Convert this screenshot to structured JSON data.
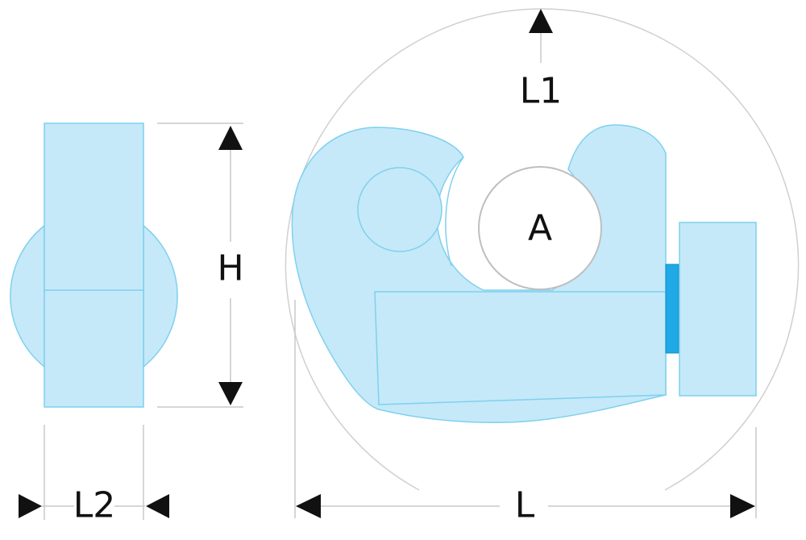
{
  "labels": {
    "l1": "L1",
    "a": "A",
    "h": "H",
    "l2": "L2",
    "l": "L"
  },
  "colors": {
    "fill": "#c5e9f9",
    "stroke": "#7fd0ee",
    "accent": "#1fa9e6",
    "dim_line": "#c8c8c8",
    "arrow": "#111111"
  }
}
